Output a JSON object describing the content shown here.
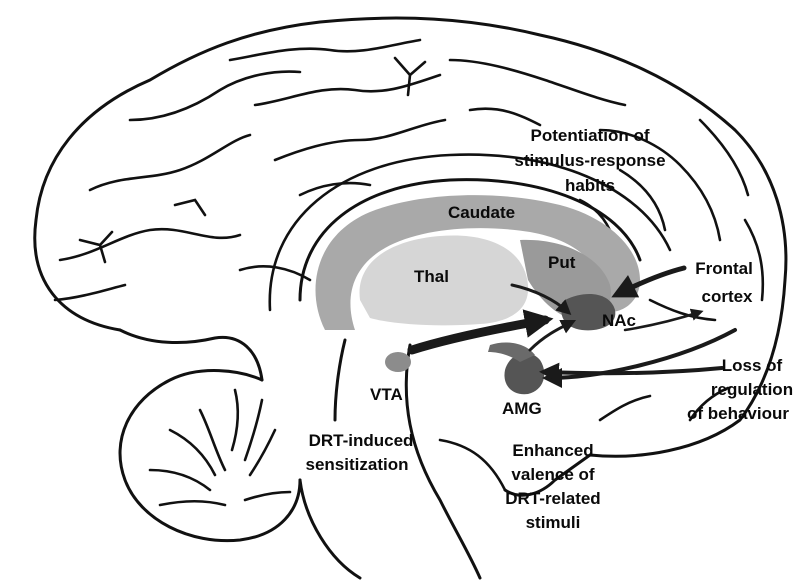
{
  "diagram": {
    "regions": {
      "caudate": "Caudate",
      "thalamus": "Thal",
      "putamen": "Put",
      "nucleus_accumbens": "NAc",
      "vta": "VTA",
      "amygdala": "AMG",
      "frontal_cortex": [
        "Frontal",
        "cortex"
      ]
    },
    "annotations": {
      "habits": [
        "Potentiation of",
        "stimulus-response",
        "habits"
      ],
      "loss_regulation": [
        "Loss of",
        "regulation",
        "of behaviour"
      ],
      "sensitization": [
        "DRT-induced",
        "sensitization"
      ],
      "valence": [
        "Enhanced",
        "valence of",
        "DRT-related",
        "stimuli"
      ]
    },
    "colors": {
      "outline": "#111111",
      "caudate_fill": "#a9a9a9",
      "thalamus_fill": "#d6d6d6",
      "nuclei_fill": "#555555",
      "vta_fill": "#8c8c8c",
      "arrow": "#1a1a1a"
    }
  }
}
